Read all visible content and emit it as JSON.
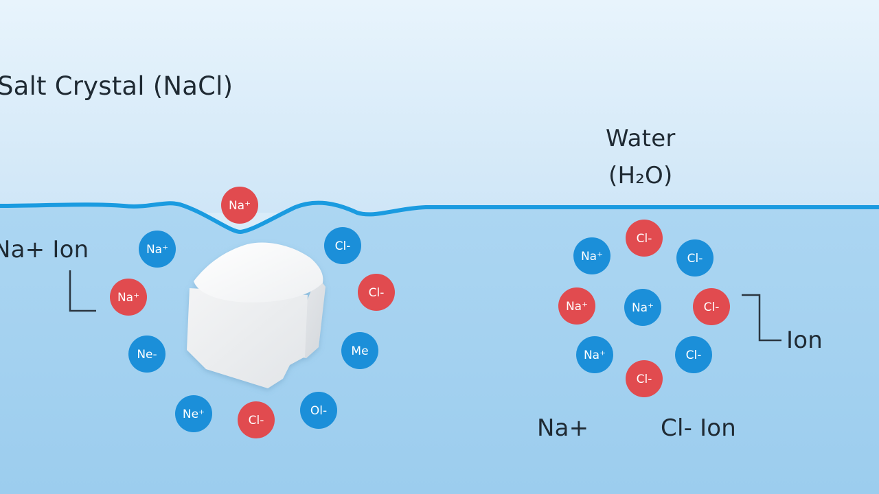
{
  "labels": {
    "title": "Salt Crystal (NaCl)",
    "water_line1": "Water",
    "water_line2": "(H₂O)",
    "na_ion": "Na+ Ion",
    "ion": "Ion",
    "na_bottom": "Na+",
    "cl_bottom": "Cl- Ion"
  },
  "colors": {
    "sky_top": "#e8f4fc",
    "sky_bottom": "#cfe6f7",
    "water_top": "#acd6f2",
    "water_bottom": "#9ccdee",
    "surface_line": "#1a9be0",
    "sodium_ion": "#1b8fd9",
    "chloride_ion": "#e14b4f",
    "crystal": "#f7f8f9",
    "leader_line": "#2b3640"
  },
  "ions": [
    {
      "text": "Na⁺",
      "kind": "chloride_ion"
    },
    {
      "text": "Na⁺",
      "kind": "sodium_ion"
    },
    {
      "text": "Na⁺",
      "kind": "chloride_ion"
    },
    {
      "text": "Ne-",
      "kind": "sodium_ion"
    },
    {
      "text": "Ne⁺",
      "kind": "sodium_ion"
    },
    {
      "text": "Cl-",
      "kind": "chloride_ion"
    },
    {
      "text": "Ol-",
      "kind": "sodium_ion"
    },
    {
      "text": "Me",
      "kind": "sodium_ion"
    },
    {
      "text": "Cl-",
      "kind": "chloride_ion"
    },
    {
      "text": "Cl-",
      "kind": "sodium_ion"
    },
    {
      "text": "Cl-",
      "kind": "chloride_ion"
    },
    {
      "text": "Na⁺",
      "kind": "sodium_ion"
    },
    {
      "text": "Cl-",
      "kind": "sodium_ion"
    },
    {
      "text": "Na⁺",
      "kind": "chloride_ion"
    },
    {
      "text": "Na⁺",
      "kind": "sodium_ion"
    },
    {
      "text": "Cl-",
      "kind": "chloride_ion"
    },
    {
      "text": "Na⁺",
      "kind": "sodium_ion"
    },
    {
      "text": "Cl-",
      "kind": "sodium_ion"
    },
    {
      "text": "Cl-",
      "kind": "chloride_ion"
    }
  ]
}
